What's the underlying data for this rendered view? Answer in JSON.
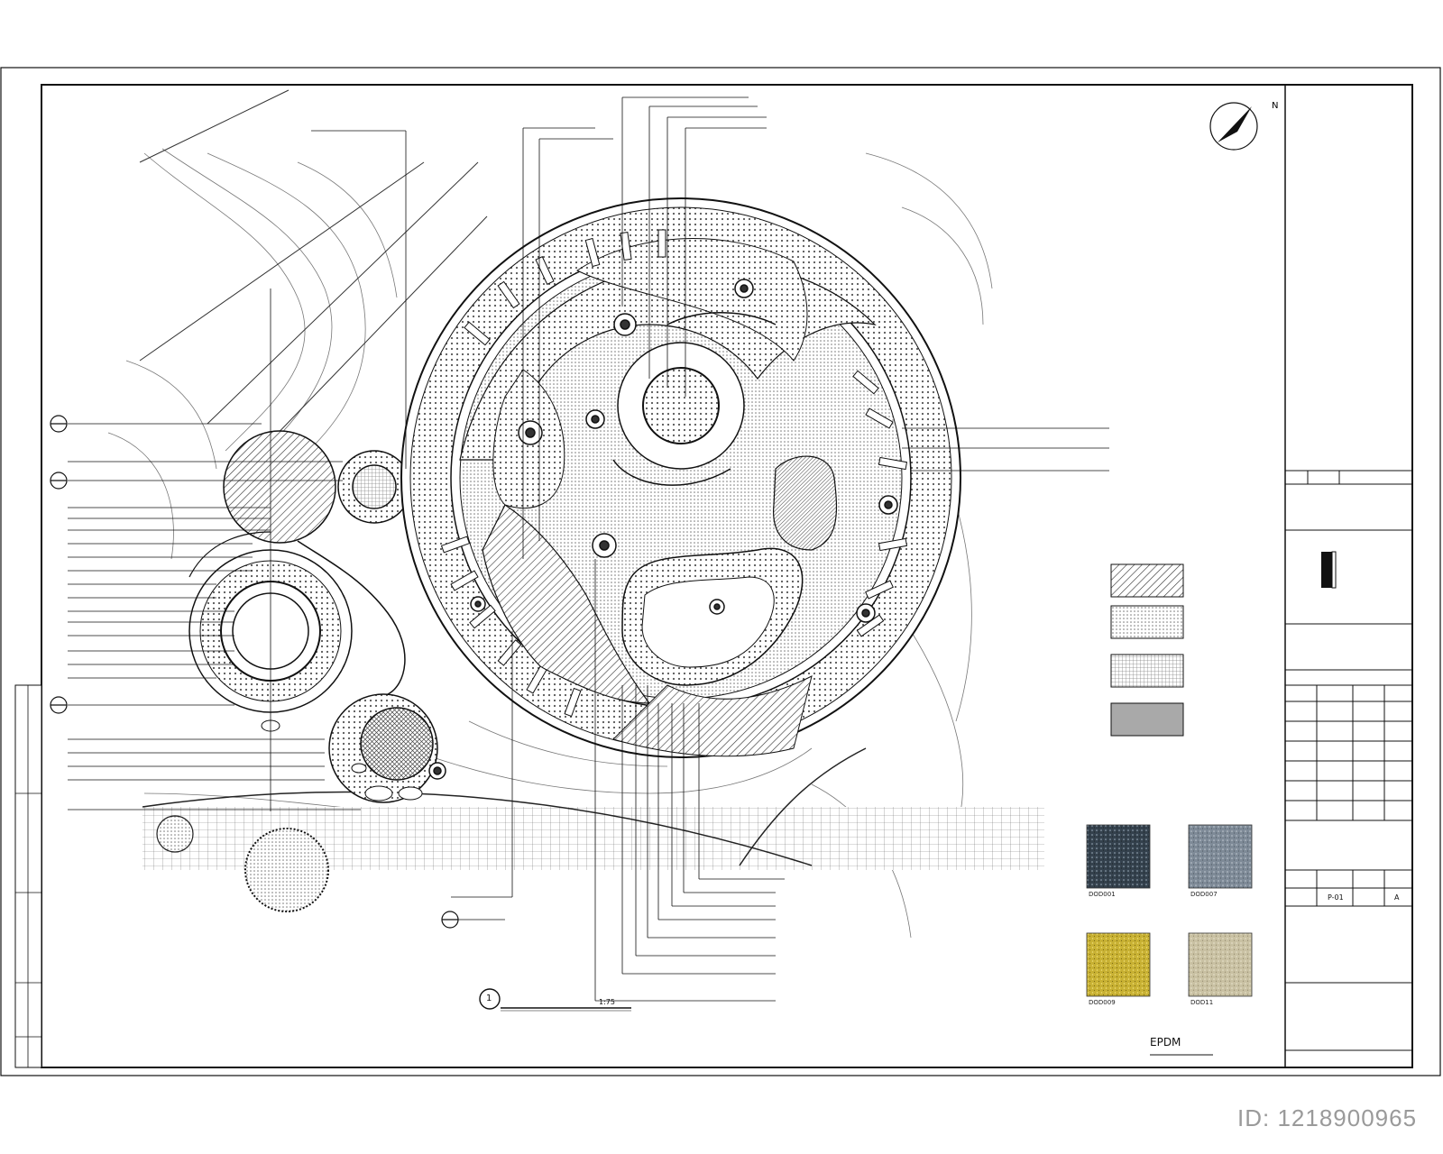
{
  "drawing": {
    "scale_note": "1:75",
    "number_circle": "1"
  },
  "legend": {
    "color_title": "EPDM",
    "swatches": [
      {
        "fill": "#4a5b6a",
        "code": "DOD001"
      },
      {
        "fill": "#7e8a97",
        "code": "DOD007"
      },
      {
        "fill": "#c8b133",
        "code": "DOD009"
      },
      {
        "fill": "#c9c1a3",
        "code": "DOD11"
      }
    ]
  },
  "title_block": {
    "row_codes": [
      "P-01",
      "A"
    ]
  },
  "footer": {
    "id_text": "ID: 1218900965"
  },
  "colors": {
    "line": "#111111",
    "hatch_grey": "#8f8f8f",
    "solid_grey": "#a9a9a9",
    "watermark": "#969696"
  },
  "icons": [
    "north-arrow-icon",
    "section-marker-icon",
    "play-equipment-icon"
  ]
}
